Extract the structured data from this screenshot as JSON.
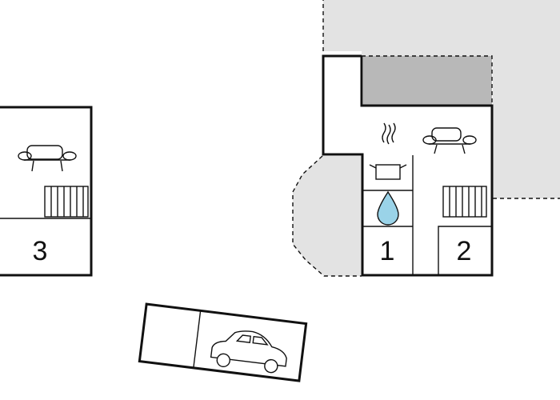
{
  "plan": {
    "colors": {
      "terrace": "#e3e3e3",
      "covered": "#b8b8b8",
      "water": "#9ad3e8",
      "line": "#111111"
    },
    "rooms": [
      {
        "label": "1",
        "icon": "water-drop-icon"
      },
      {
        "label": "2",
        "icon": "radiator-icon"
      },
      {
        "label": "3",
        "icon": "radiator-icon"
      }
    ],
    "icons": [
      "sofa-icon",
      "sofa-icon",
      "cooking-pot-icon",
      "water-drop-icon",
      "radiator-icon",
      "radiator-icon",
      "car-icon"
    ]
  }
}
